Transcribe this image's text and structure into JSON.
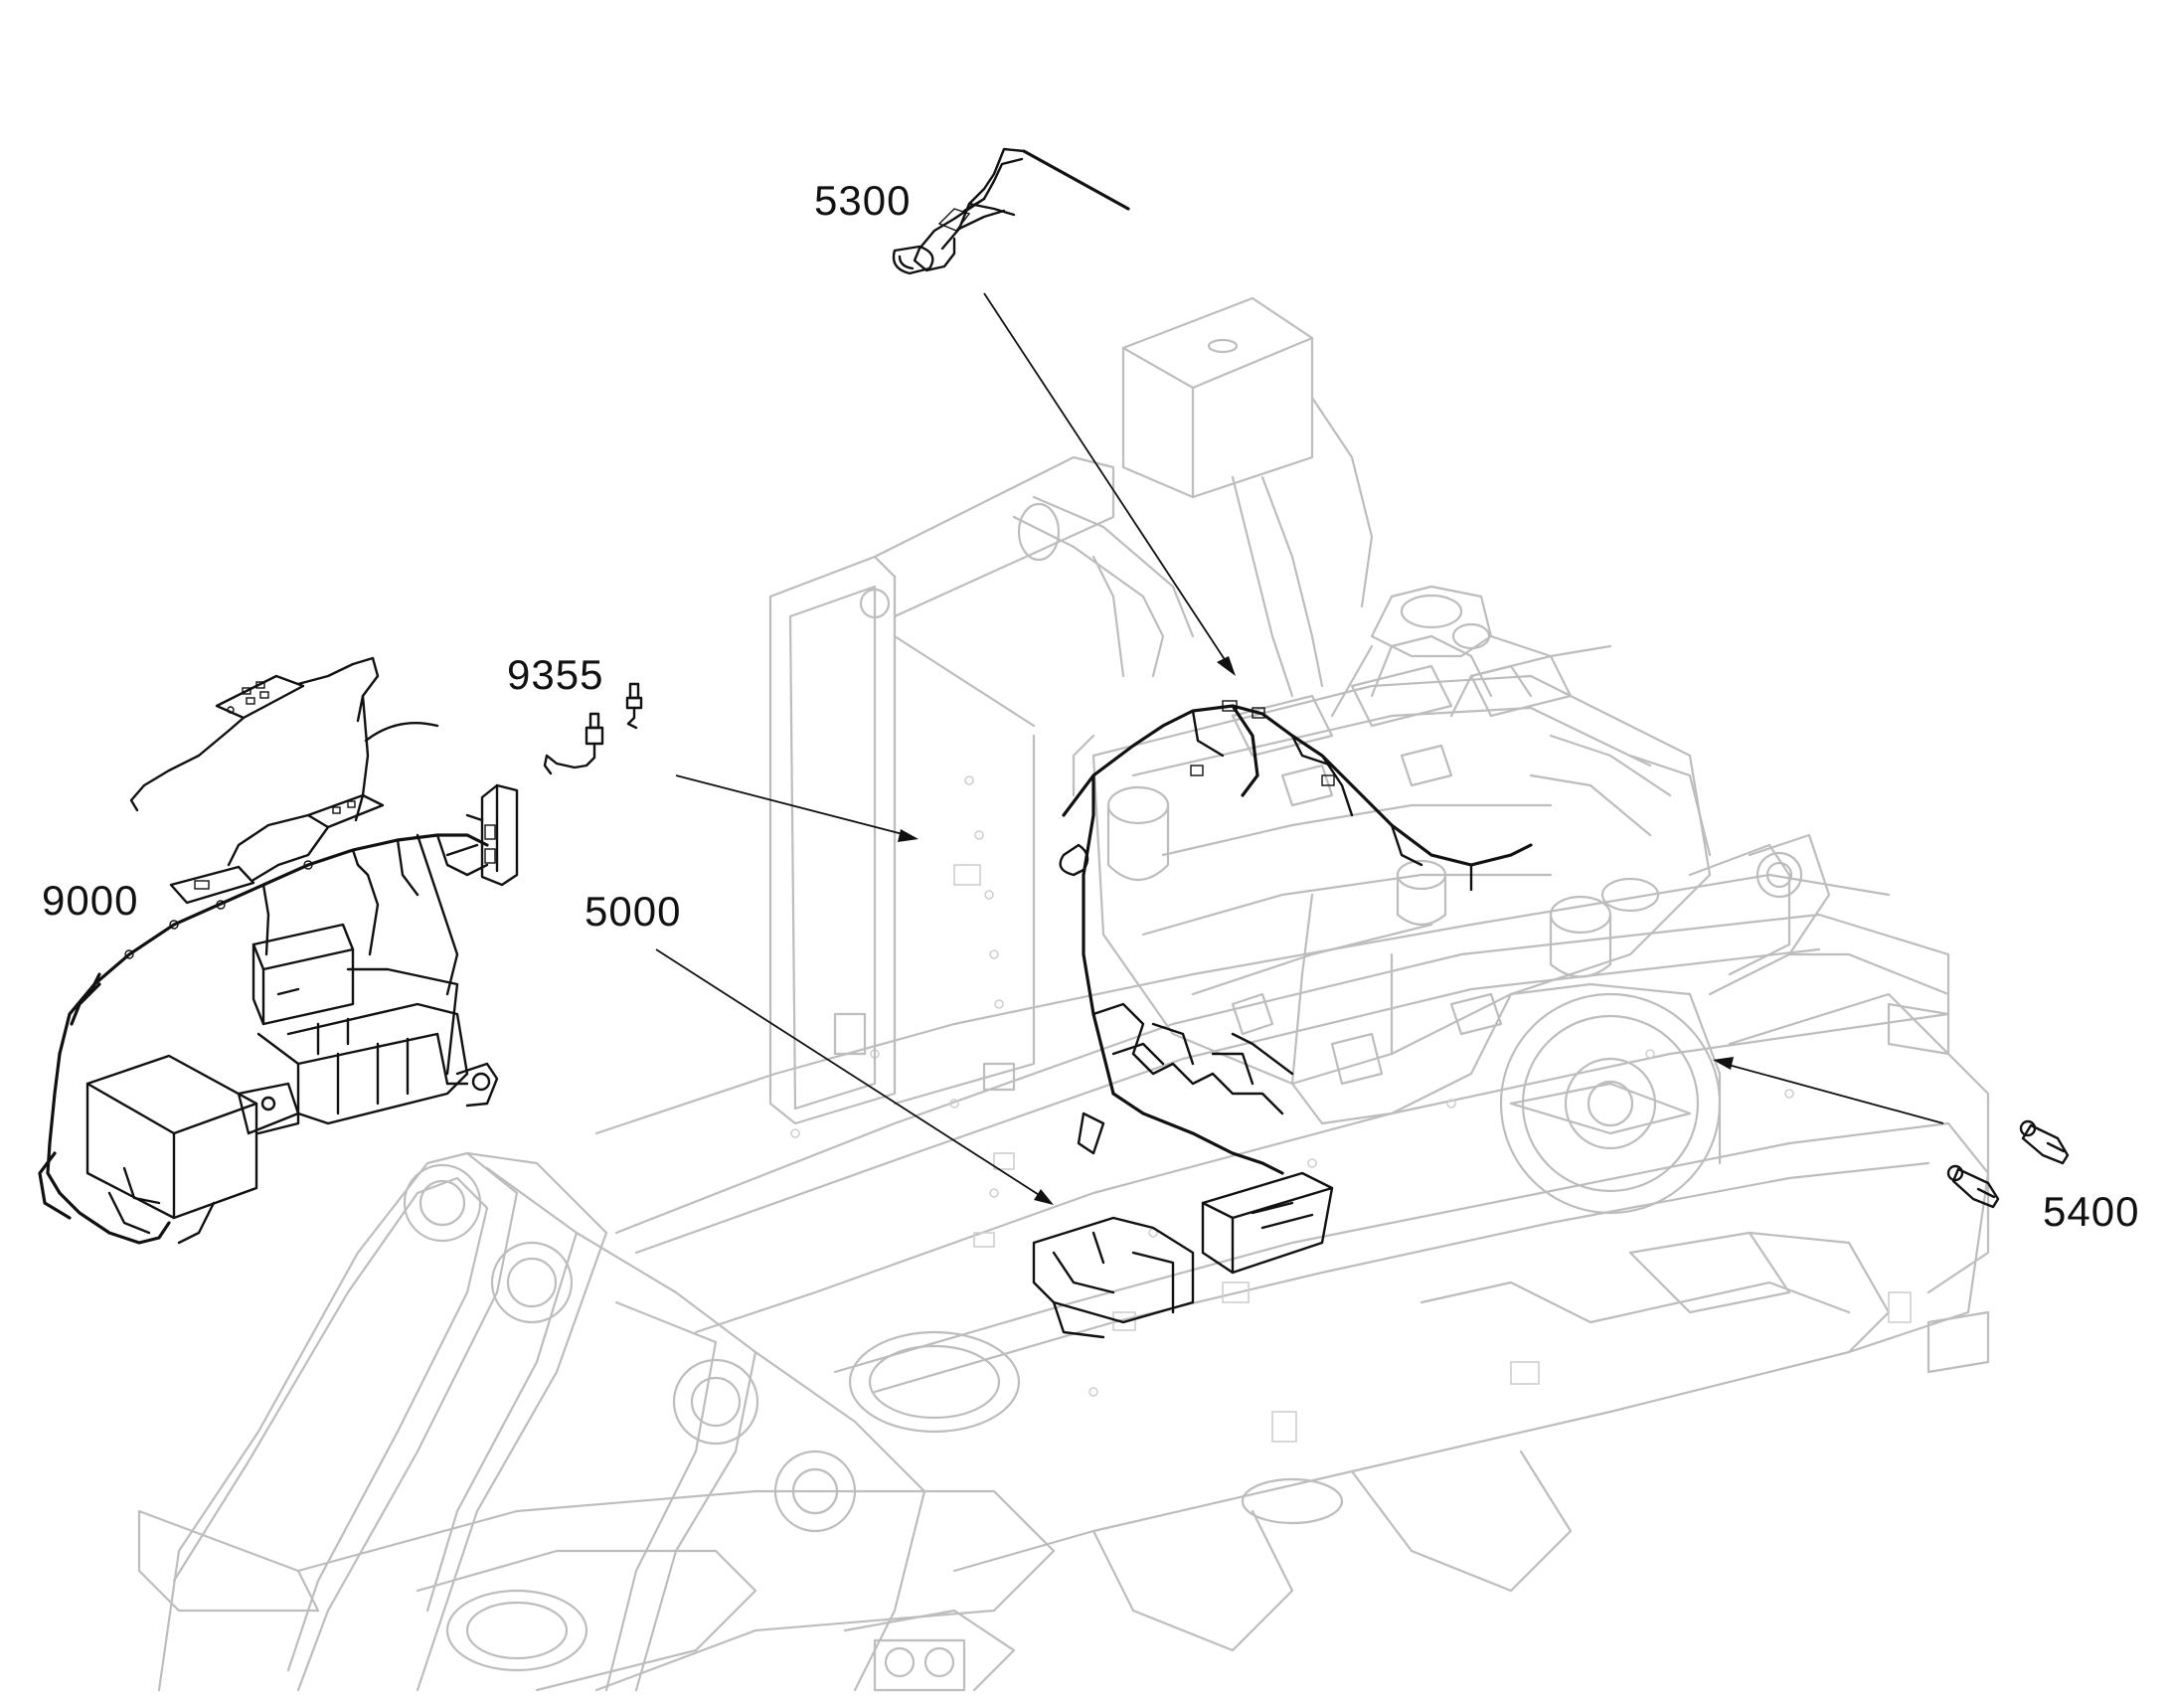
{
  "figure": {
    "callouts": [
      {
        "id": "5300",
        "text": "5300"
      },
      {
        "id": "9355",
        "text": "9355"
      },
      {
        "id": "9000",
        "text": "9000"
      },
      {
        "id": "5000",
        "text": "5000"
      },
      {
        "id": "5400",
        "text": "5400"
      }
    ]
  },
  "colors": {
    "outline_grey": "#bdbdbd",
    "outline_black": "#111111",
    "background": "#ffffff"
  }
}
